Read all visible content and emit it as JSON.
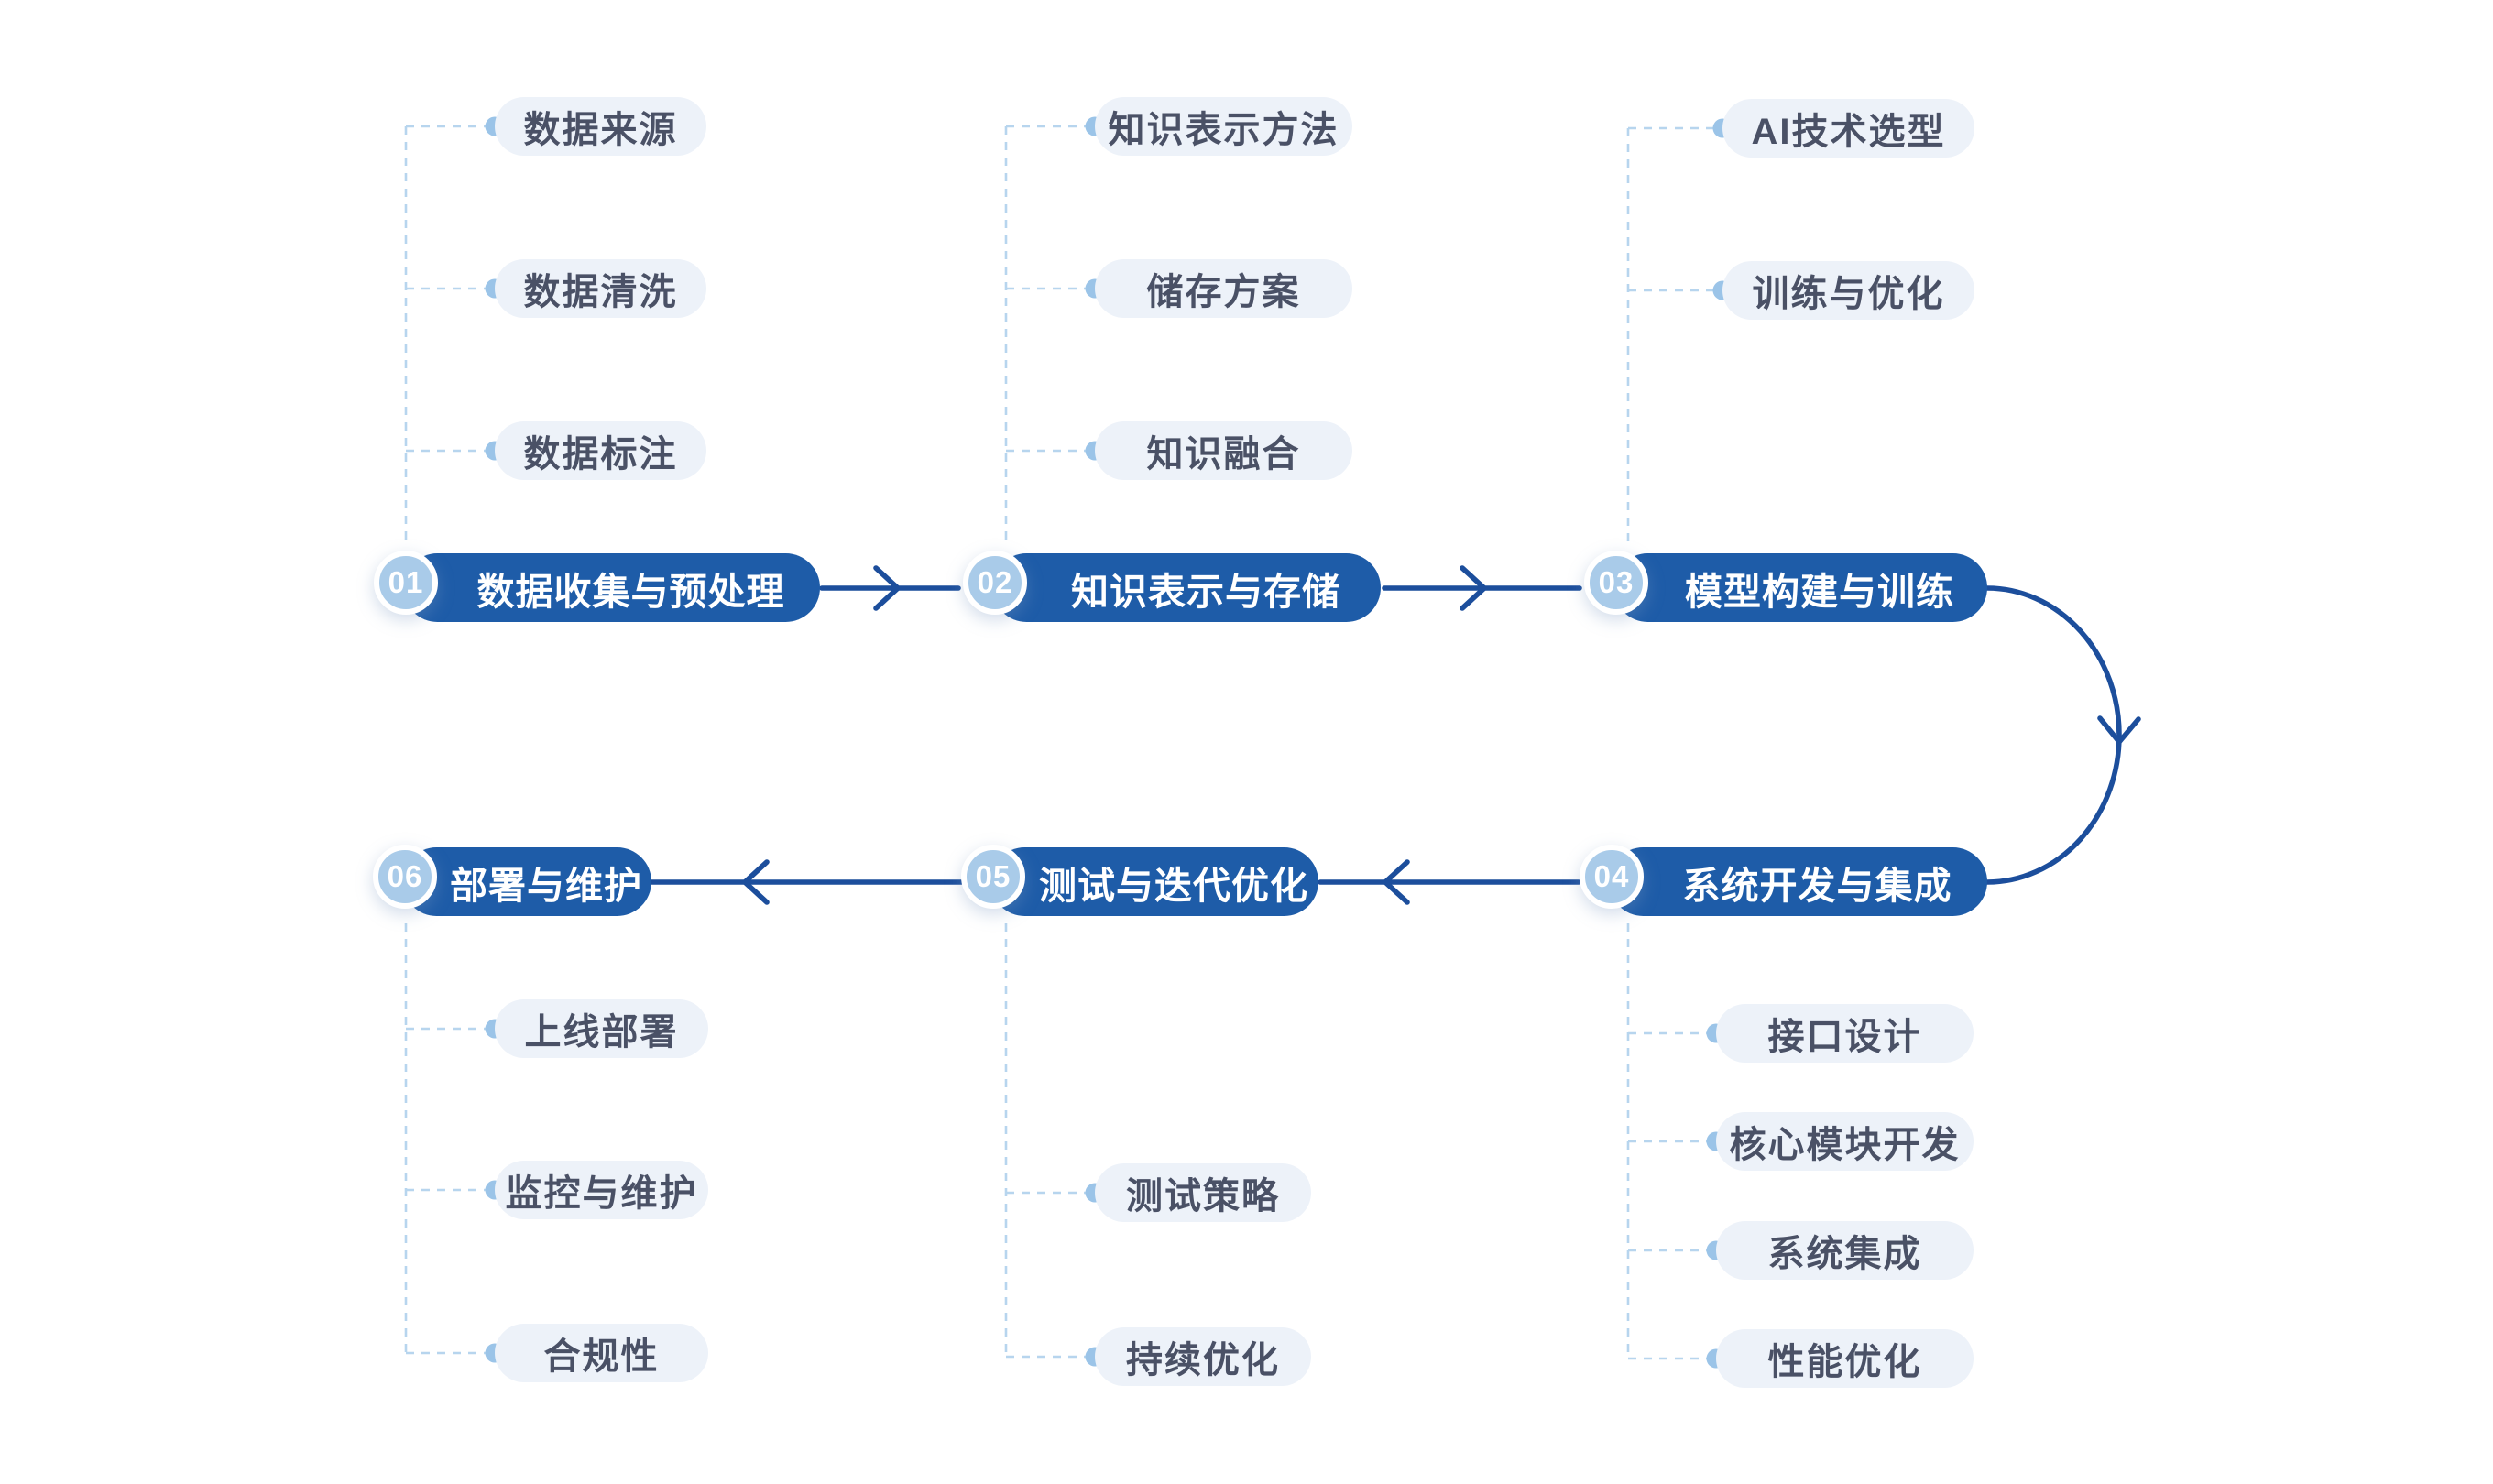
{
  "diagram": {
    "type": "process-flowchart",
    "flow_order": [
      "01",
      "02",
      "03",
      "04",
      "05",
      "06"
    ],
    "direction": "01→02→03 (top row, left to right), curve down, 04→05→06 (bottom row, right to left)"
  },
  "stages": [
    {
      "number": "01",
      "label": "数据收集与预处理",
      "sub_items": [
        "数据来源",
        "数据清洗",
        "数据标注"
      ]
    },
    {
      "number": "02",
      "label": "知识表示与存储",
      "sub_items": [
        "知识表示方法",
        "储存方案",
        "知识融合"
      ]
    },
    {
      "number": "03",
      "label": "模型构建与训练",
      "sub_items": [
        "AI技术选型",
        "训练与优化"
      ]
    },
    {
      "number": "04",
      "label": "系统开发与集成",
      "sub_items": [
        "接口设计",
        "核心模块开发",
        "系统集成",
        "性能优化"
      ]
    },
    {
      "number": "05",
      "label": "测试与迭代优化",
      "sub_items": [
        "测试策略",
        "持续优化"
      ]
    },
    {
      "number": "06",
      "label": "部署与维护",
      "sub_items": [
        "上线部署",
        "监控与维护",
        "合规性"
      ]
    }
  ],
  "colors": {
    "primary_blue": "#1E5CA8",
    "arrow_blue": "#1C4E9C",
    "badge_blue": "#A9CBE9",
    "sub_pill_bg": "#EDF2F9",
    "sub_text": "#4A5166",
    "dash_line": "#B7D5EE",
    "dot": "#9BC4E8",
    "background": "#FFFFFF"
  }
}
